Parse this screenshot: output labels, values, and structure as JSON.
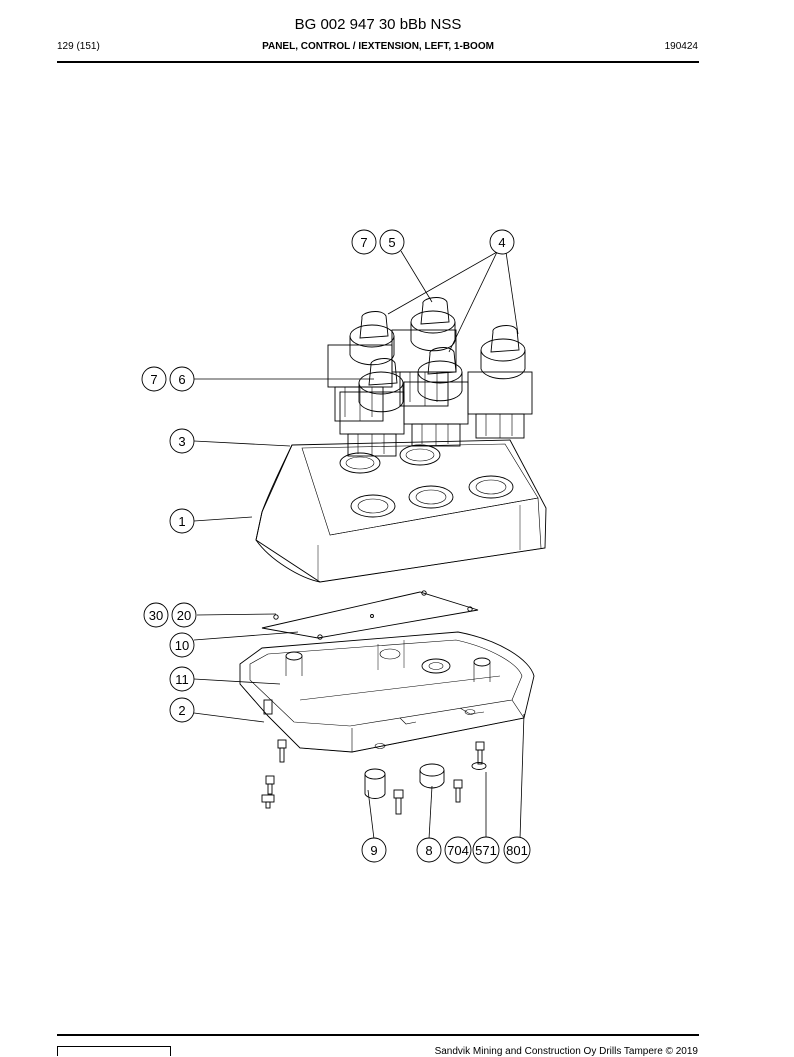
{
  "header": {
    "document_title": "BG 002 947 30 bBb NSS",
    "page_number": "129 (151)",
    "section_title": "PANEL, CONTROL / IEXTENSION, LEFT, 1-BOOM",
    "date_code": "190424"
  },
  "drawing": {
    "callouts": {
      "c7_top": "7",
      "c5": "5",
      "c4": "4",
      "c7_mid": "7",
      "c6": "6",
      "c3": "3",
      "c1": "1",
      "c30": "30",
      "c20": "20",
      "c10": "10",
      "c11": "11",
      "c2": "2",
      "c9": "9",
      "c8": "8",
      "c704": "704",
      "c571": "571",
      "c801": "801"
    }
  },
  "footer": {
    "copyright": "Sandvik Mining and Construction Oy Drills Tampere © 2019"
  }
}
